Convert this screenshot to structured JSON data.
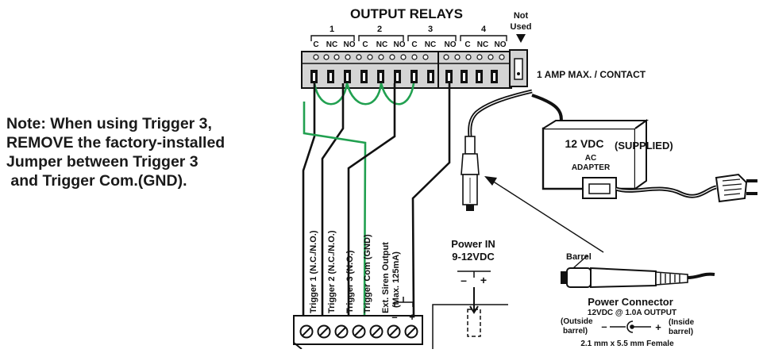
{
  "output_relays": {
    "title": "OUTPUT RELAYS",
    "relay_numbers": [
      "1",
      "2",
      "3",
      "4"
    ],
    "contact_labels": [
      "C",
      "NC",
      "NO",
      "C",
      "NC",
      "NO",
      "C",
      "NC",
      "NO",
      "C",
      "NC",
      "NO"
    ],
    "not_used": [
      "Not",
      "Used"
    ],
    "max_rating": "1 AMP MAX. / CONTACT"
  },
  "note": {
    "lines": [
      "Note: When using Trigger 3,",
      "REMOVE the factory-installed",
      "Jumper between Trigger 3",
      " and Trigger Com.(GND)."
    ]
  },
  "adapter": {
    "voltage": "12 VDC",
    "line1": "AC",
    "line2": "ADAPTER",
    "supplied": "(SUPPLIED)"
  },
  "power_in": {
    "line1": "Power IN",
    "line2": "9-12VDC",
    "minus": "–",
    "plus": "+"
  },
  "terminals": {
    "labels": [
      "Trigger 1  (N.C./N.O.)",
      "Trigger 2  (N.C./N.O.)",
      "Trigger 3  (N.O.)",
      "Trigger Com (GND)",
      "Ext. Siren Output",
      "(Max. 125mA)"
    ],
    "minus": "–",
    "plus": "+"
  },
  "power_connector": {
    "barrel_label": "Barrel",
    "title": "Power Connector",
    "rating": "12VDC @ 1.0A OUTPUT",
    "outside_1": "(Outside",
    "outside_2": "barrel)",
    "inside_1": "(Inside",
    "inside_2": "barrel)",
    "minus": "–",
    "plus": "+",
    "size": "2.1 mm x 5.5 mm Female"
  },
  "colors": {
    "jumper_green": "#21a050",
    "wire_black": "#111111",
    "panel_gray": "#d4d4d4"
  }
}
